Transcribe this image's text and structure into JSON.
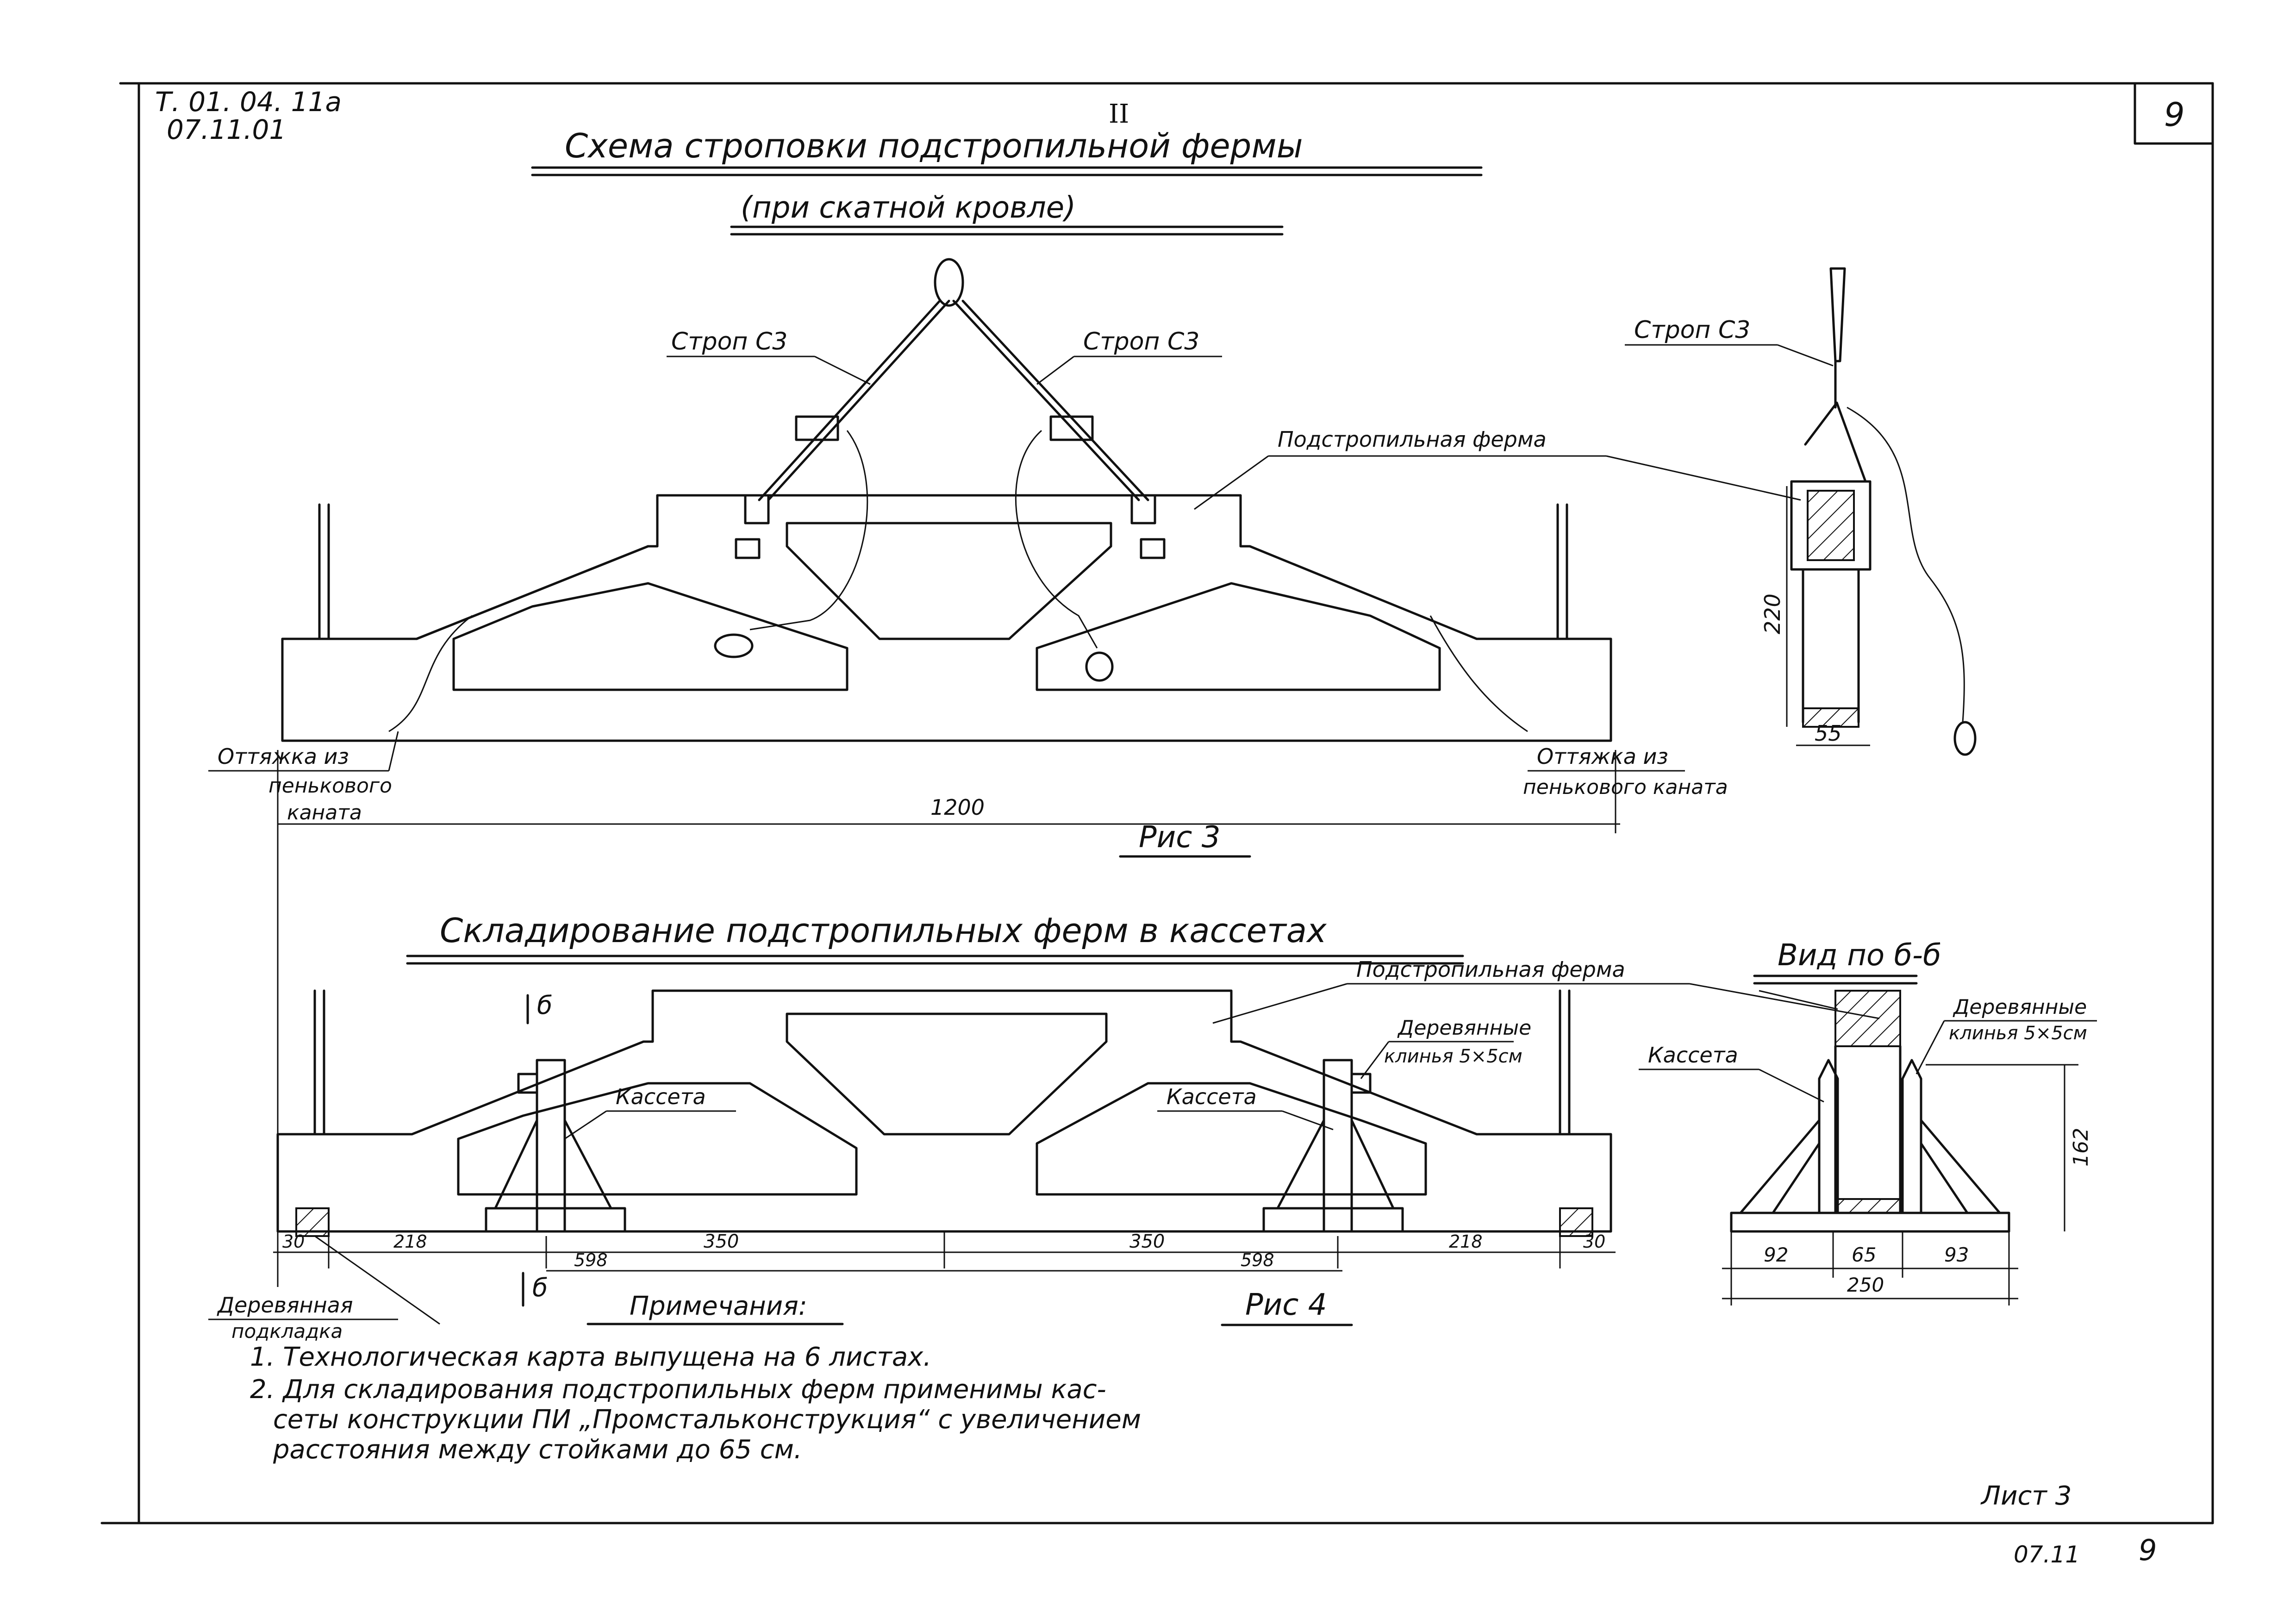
{
  "corner": {
    "doc_code": "Т. 01. 04. 11а",
    "date": "07.11.01",
    "top_number": "II",
    "sheet_box_number": "9"
  },
  "title": {
    "line1": "Схема строповки подстропильной фермы",
    "line2": "(при скатной кровле)"
  },
  "fig3": {
    "sling_left": "Строп С3",
    "sling_right": "Строп С3",
    "sling_side": "Строп С3",
    "truss_label": "Подстропильная ферма",
    "guy_left_1": "Оттяжка из",
    "guy_left_2": "пенькового",
    "guy_left_3": "каната",
    "guy_right_1": "Оттяжка из",
    "guy_right_2": "пенькового каната",
    "dim_length": "1200",
    "dim_height": "220",
    "dim_width": "55",
    "caption": "Рис 3"
  },
  "fig4": {
    "title": "Складирование подстропильных ферм в кассетах",
    "truss_label": "Подстропильная ферма",
    "wedges_1": "Деревянные",
    "wedges_2": "клинья 5×5см",
    "cassette_left": "Кассета",
    "cassette_right": "Кассета",
    "section_mark_top": "б",
    "section_mark_bottom": "б",
    "dims": [
      "30",
      "218",
      "350",
      "350",
      "218",
      "30"
    ],
    "dim_598_left": "598",
    "dim_598_right": "598",
    "support_1": "Деревянная",
    "support_2": "подкладка",
    "caption": "Рис 4"
  },
  "view": {
    "title": "Вид по б-б",
    "wedges_1": "Деревянные",
    "wedges_2": "клинья 5×5см",
    "cassette": "Кассета",
    "dim_height": "162",
    "dim_a": "92",
    "dim_b": "65",
    "dim_c": "93",
    "dim_total": "250"
  },
  "notes": {
    "heading": "Примечания:",
    "line1": "1. Технологическая карта выпущена на 6 листах.",
    "line2": "2. Для складирования подстропильных ферм применимы кас-",
    "line3": "сеты конструкции ПИ „Промстальконструкция“ с увеличением",
    "line4": "расстояния между стойками до 65 см."
  },
  "footer": {
    "sheet": "Лист 3",
    "code": "07.11",
    "page": "9"
  }
}
